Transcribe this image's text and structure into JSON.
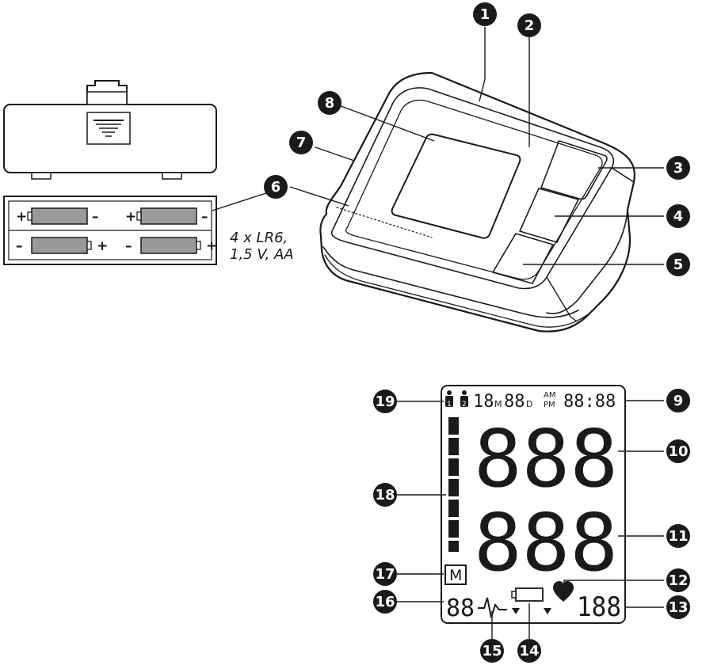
{
  "callouts": [
    "1",
    "2",
    "3",
    "4",
    "5",
    "6",
    "7",
    "8",
    "9",
    "10",
    "11",
    "12",
    "13",
    "14",
    "15",
    "16",
    "17",
    "18",
    "19"
  ],
  "battery_spec": {
    "line1": "4 x LR6,",
    "line2": "1,5 V, AA"
  },
  "battery_signs": {
    "plus": "+",
    "minus": "–"
  },
  "display": {
    "date_month": "18",
    "month_unit": "M",
    "date_day": "88",
    "day_unit": "D",
    "am": "AM",
    "pm": "PM",
    "time": "88:88",
    "systolic": "888",
    "diastolic": "888",
    "pulse": "188",
    "memory": "88",
    "memory_label": "M",
    "user1": "1",
    "user2": "2"
  },
  "colors": {
    "ink": "#1a1a1a",
    "battery_fill": "#9a9a9a",
    "white": "#ffffff"
  },
  "icons": [
    "battery-compartment-icon",
    "user-icon",
    "heart-icon",
    "arrhythmia-wave-icon",
    "low-battery-icon"
  ]
}
